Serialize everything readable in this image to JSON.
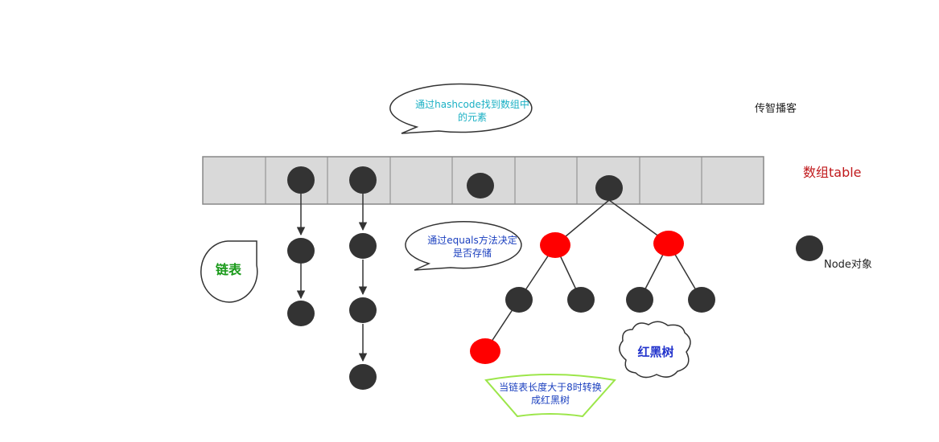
{
  "watermark": "传智播客",
  "table_label": "数组table",
  "node_label": "Node对象",
  "bubbles": {
    "hashcode_line1": "通过hashcode找到数组中",
    "hashcode_line2": "的元素",
    "equals_line1": "通过equals方法决定",
    "equals_line2": "是否存储",
    "linked_list": "链表",
    "red_black_tree": "红黑树",
    "convert_line1": "当链表长度大于8时转换",
    "convert_line2": "成红黑树"
  },
  "colors": {
    "node_black": "#333333",
    "node_red": "#ff0000",
    "table_fill": "#d9d9d9",
    "hashcode_text": "#1ab0c4",
    "equals_text": "#1a3fbf",
    "linked_list_text": "#1a9a1a",
    "tree_text": "#2233cc",
    "convert_border": "#9ce64a",
    "convert_text": "#1a3fbf",
    "table_label_text": "#c0181b"
  }
}
